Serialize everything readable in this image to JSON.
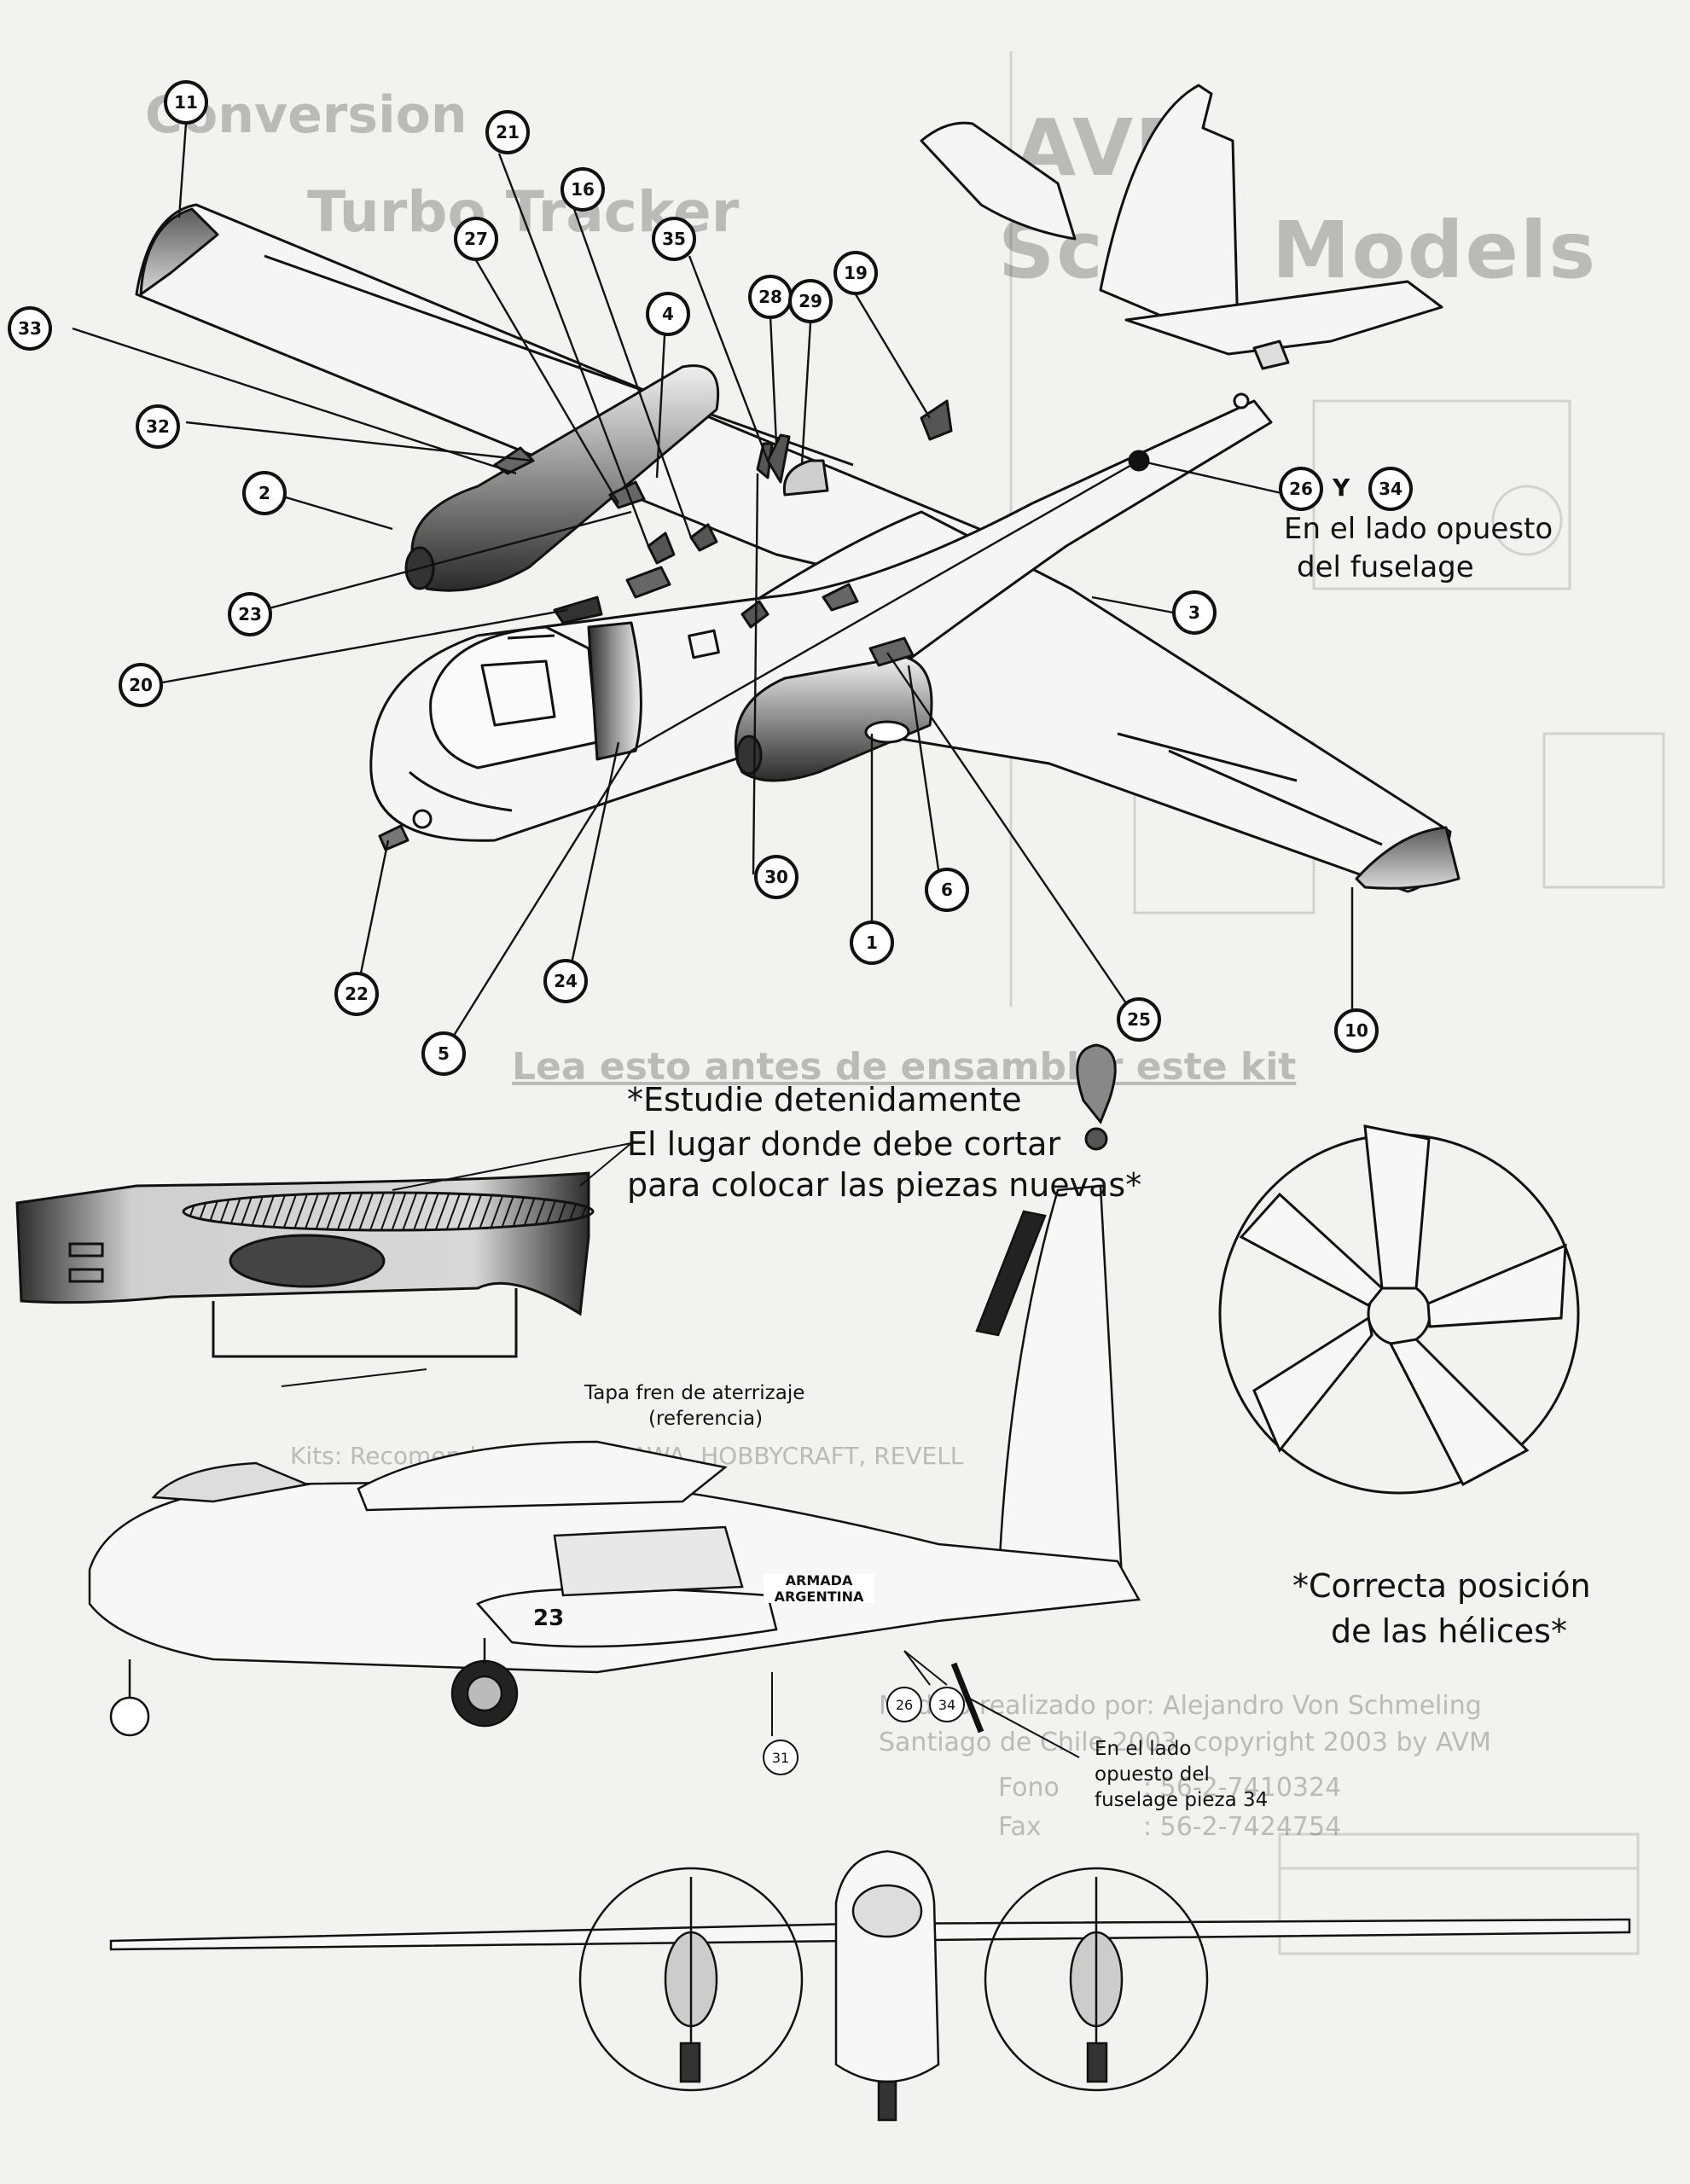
{
  "callouts": {
    "c1": "1",
    "c2": "2",
    "c3": "3",
    "c4": "4",
    "c5": "5",
    "c6": "6",
    "c10": "10",
    "c11": "11",
    "c16": "16",
    "c19": "19",
    "c20": "20",
    "c21": "21",
    "c22": "22",
    "c23": "23",
    "c24": "24",
    "c25": "25",
    "c26": "26",
    "c27": "27",
    "c28": "28",
    "c29": "29",
    "c30": "30",
    "c32": "32",
    "c33": "33",
    "c34": "34",
    "c35": "35",
    "s26": "26",
    "s34": "34",
    "s31": "31"
  },
  "labels": {
    "y": "Y",
    "opposite_line1": "En el lado opuesto",
    "opposite_line2": "del fuselage",
    "study_line1": "*Estudie detenidamente",
    "study_line2": "El lugar donde debe cortar",
    "study_line3": "para colocar las piezas nuevas*",
    "gear_line1": "Tapa fren de aterrizaje",
    "gear_line2": "(referencia)",
    "prop_line1": "*Correcta posición",
    "prop_line2": "de las hélices*",
    "side_line1": "En el lado",
    "side_line2": "opuesto del",
    "side_line3": "fuselage pieza 34",
    "fuselage_text_1": "ARMADA",
    "fuselage_text_2": "ARGENTINA",
    "fuselage_number": "23"
  },
  "background_text": {
    "header_1": "Conversion",
    "header_2": "Turbo Tracker",
    "header_3": "AVM",
    "header_4": "Scale Models",
    "section_title": "Lea esto antes de ensamblar este kit",
    "credits_1": "Modelo realizado por: Alejandro Von Schmeling",
    "credits_2": "Santiago de Chile 2003. copyright 2003 by AVM",
    "fono_label": "Fono",
    "fono_value": ": 56-2-7410324",
    "fax_label": "Fax",
    "fax_value": ": 56-2-7424754",
    "kits": "Kits: Recomendados: HASEGAWA, HOBBYCRAFT, REVELL"
  },
  "colors": {
    "ink": "#111111",
    "paper": "#f2f2f0",
    "shade": "#3a3a3a"
  }
}
